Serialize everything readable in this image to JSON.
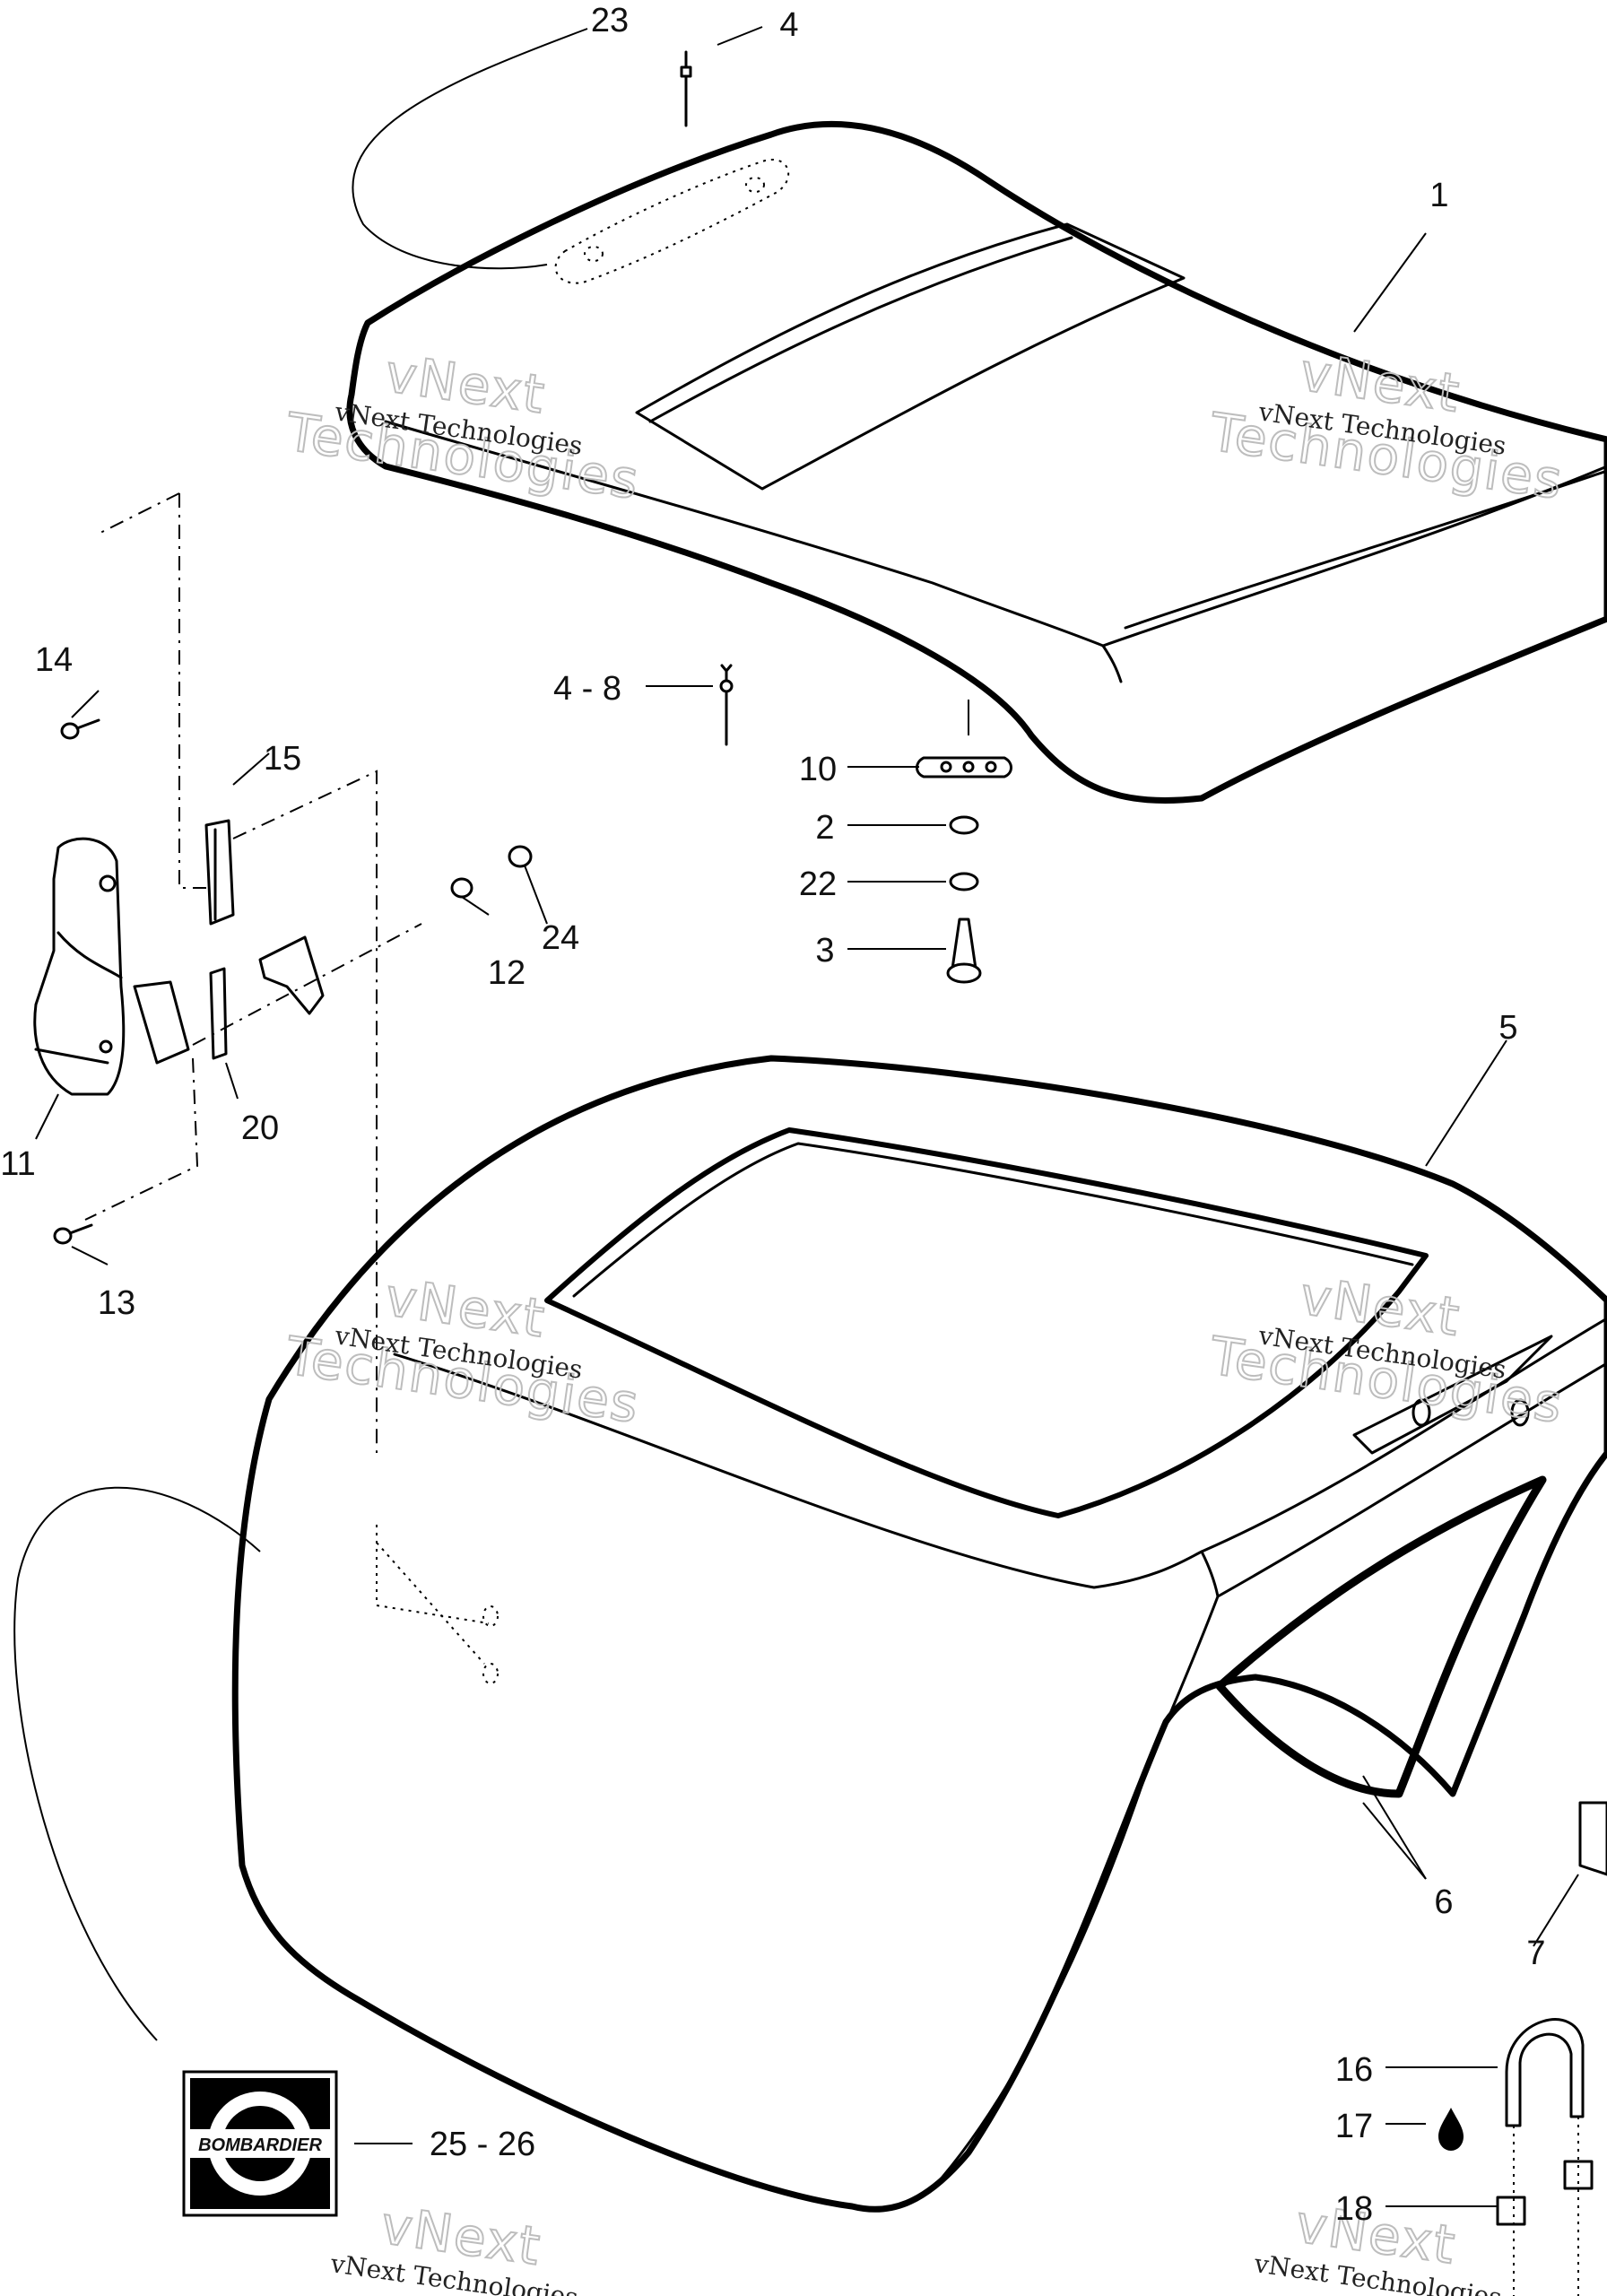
{
  "diagram": {
    "part_labels": {
      "p1": "1",
      "p2": "2",
      "p3": "3",
      "p4": "4",
      "p4_8": "4 - 8",
      "p5": "5",
      "p6": "6",
      "p7": "7",
      "p10": "10",
      "p11": "11",
      "p12": "12",
      "p13": "13",
      "p14": "14",
      "p15": "15",
      "p16": "16",
      "p17": "17",
      "p18": "18",
      "p20": "20",
      "p22": "22",
      "p23": "23",
      "p24": "24",
      "p25_26": "25 - 26"
    },
    "watermark": {
      "small": "vNext Technologies",
      "big_line1": "vNext",
      "big_line2": "Technologies"
    },
    "logo": {
      "text": "BOMBARDIER"
    },
    "fluid_icon": "drop-icon"
  }
}
